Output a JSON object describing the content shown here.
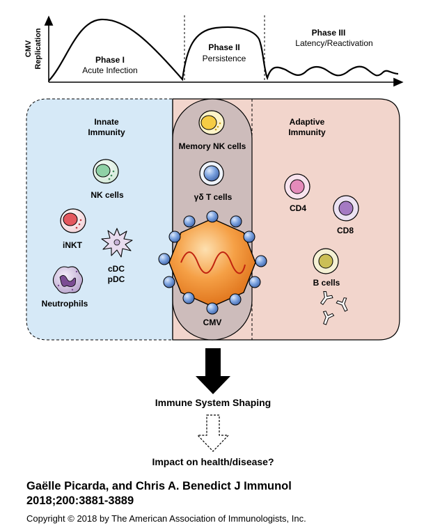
{
  "graph": {
    "y_axis_label_line1": "CMV",
    "y_axis_label_line2": "Replication",
    "phase1": {
      "title": "Phase I",
      "subtitle": "Acute Infection"
    },
    "phase2": {
      "title": "Phase II",
      "subtitle": "Persistence"
    },
    "phase3": {
      "title": "Phase III",
      "subtitle": "Latency/Reactivation"
    }
  },
  "innate": {
    "title_line1": "Innate",
    "title_line2": "Immunity"
  },
  "adaptive": {
    "title_line1": "Adaptive",
    "title_line2": "Immunity"
  },
  "cells": {
    "memory_nk": "Memory NK cells",
    "gd_t": "γδ T cells",
    "nk": "NK cells",
    "inkt": "iNKT",
    "cdc": "cDC",
    "pdc": "pDC",
    "neutrophils": "Neutrophils",
    "cd4": "CD4",
    "cd8": "CD8",
    "b_cells": "B cells",
    "cmv": "CMV"
  },
  "flow": {
    "step1": "Immune System Shaping",
    "step2": "Impact on health/disease?"
  },
  "citation": {
    "line1": "Gaëlle Picarda, and Chris A. Benedict J Immunol",
    "line2": "2018;200:3881-3889"
  },
  "copyright": "Copyright © 2018 by The American Association of Immunologists, Inc.",
  "colors": {
    "innate_bg": "#d6e9f7",
    "adaptive_bg": "#f2d5cc",
    "overlap_bg": "#cdbcbb",
    "virus_orange": "#f08a24",
    "virus_dots": "#6b93d6"
  }
}
